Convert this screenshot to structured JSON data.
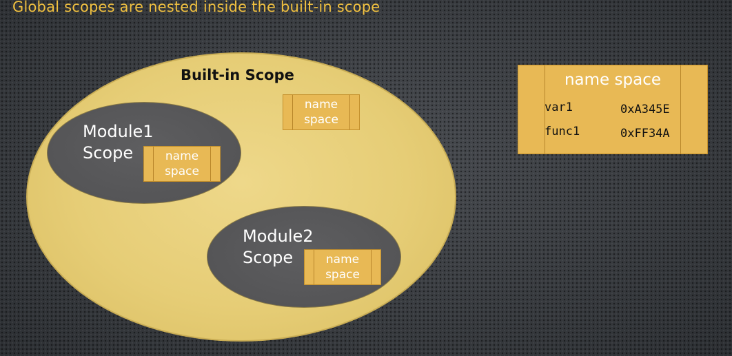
{
  "slide": {
    "title": "Global scopes are nested inside the built-in scope"
  },
  "builtin_scope": {
    "label": "Built-in Scope",
    "namespace_label": "name\nspace"
  },
  "module1": {
    "label": "Module1\nScope",
    "namespace_label": "name\nspace"
  },
  "module2": {
    "label": "Module2\nScope",
    "namespace_label": "name\nspace"
  },
  "namespace_table": {
    "title": "name space",
    "entries": [
      {
        "name": "var1",
        "address": "0xA345E"
      },
      {
        "name": "func1",
        "address": "0xFF34A"
      }
    ]
  },
  "colors": {
    "title_text": "#f0c040",
    "builtin_fill": "#e6cd76",
    "module_fill": "#555557",
    "namespace_fill": "#e8b955",
    "background": "#3a3d42"
  }
}
